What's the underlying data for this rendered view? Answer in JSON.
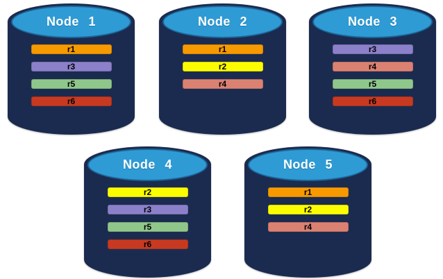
{
  "diagram": {
    "description": "Five database node cylinders showing replica placement",
    "canvas_background": "#FFFFFF"
  },
  "colors": {
    "cylinder_body": "#1B2B4F",
    "cylinder_top": "#2E9BD5",
    "node_label_text": "#FFFFFF",
    "replica_label_text": "#000000",
    "replicas": {
      "r1": "#F79A00",
      "r2": "#FCFC00",
      "r3": "#8C80CA",
      "r4": "#DB8172",
      "r5": "#8FC78B",
      "r6": "#C73A21"
    }
  },
  "nodes": [
    {
      "label": "Node 1",
      "replicas": [
        "r1",
        "r3",
        "r5",
        "r6"
      ]
    },
    {
      "label": "Node 2",
      "replicas": [
        "r1",
        "r2",
        "r4"
      ]
    },
    {
      "label": "Node 3",
      "replicas": [
        "r3",
        "r4",
        "r5",
        "r6"
      ]
    },
    {
      "label": "Node 4",
      "replicas": [
        "r2",
        "r3",
        "r5",
        "r6"
      ]
    },
    {
      "label": "Node 5",
      "replicas": [
        "r1",
        "r2",
        "r4"
      ]
    }
  ]
}
